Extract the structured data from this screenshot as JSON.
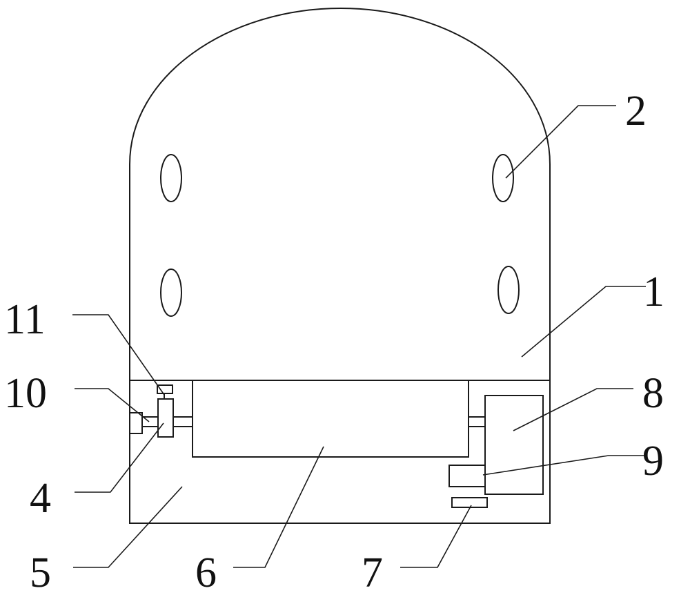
{
  "labels": {
    "l1": "1",
    "l2": "2",
    "l4": "4",
    "l5": "5",
    "l6": "6",
    "l7": "7",
    "l8": "8",
    "l9": "9",
    "l10": "10",
    "l11": "11"
  },
  "colors": {
    "line": "#1a1a1a",
    "background": "#ffffff"
  }
}
